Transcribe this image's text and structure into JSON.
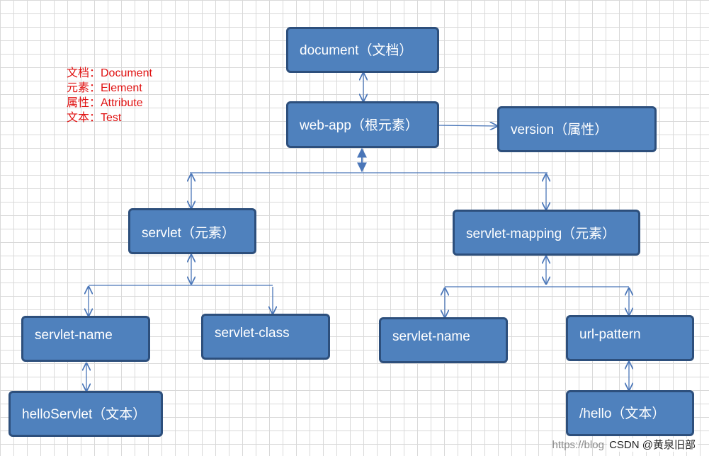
{
  "colors": {
    "node_fill": "#4f81bd",
    "node_border": "#2d4f7c",
    "connector": "#4a76b8",
    "legend_text": "#e01010"
  },
  "legend": [
    "文档：Document",
    "元素：Element",
    "属性：Attribute",
    "文本：Test"
  ],
  "nodes": {
    "document": "document（文档）",
    "web_app": "web-app（根元素）",
    "version": "version（属性）",
    "servlet": "servlet（元素）",
    "servlet_mapping": "servlet-mapping（元素）",
    "servlet_name_1": "servlet-name",
    "servlet_class": "servlet-class",
    "servlet_name_2": "servlet-name",
    "url_pattern": "url-pattern",
    "hello_servlet": "helloServlet（文本）",
    "hello": "/hello（文本）"
  },
  "watermark": {
    "url": "https://blog",
    "brand": "CSDN @黄泉旧部"
  }
}
